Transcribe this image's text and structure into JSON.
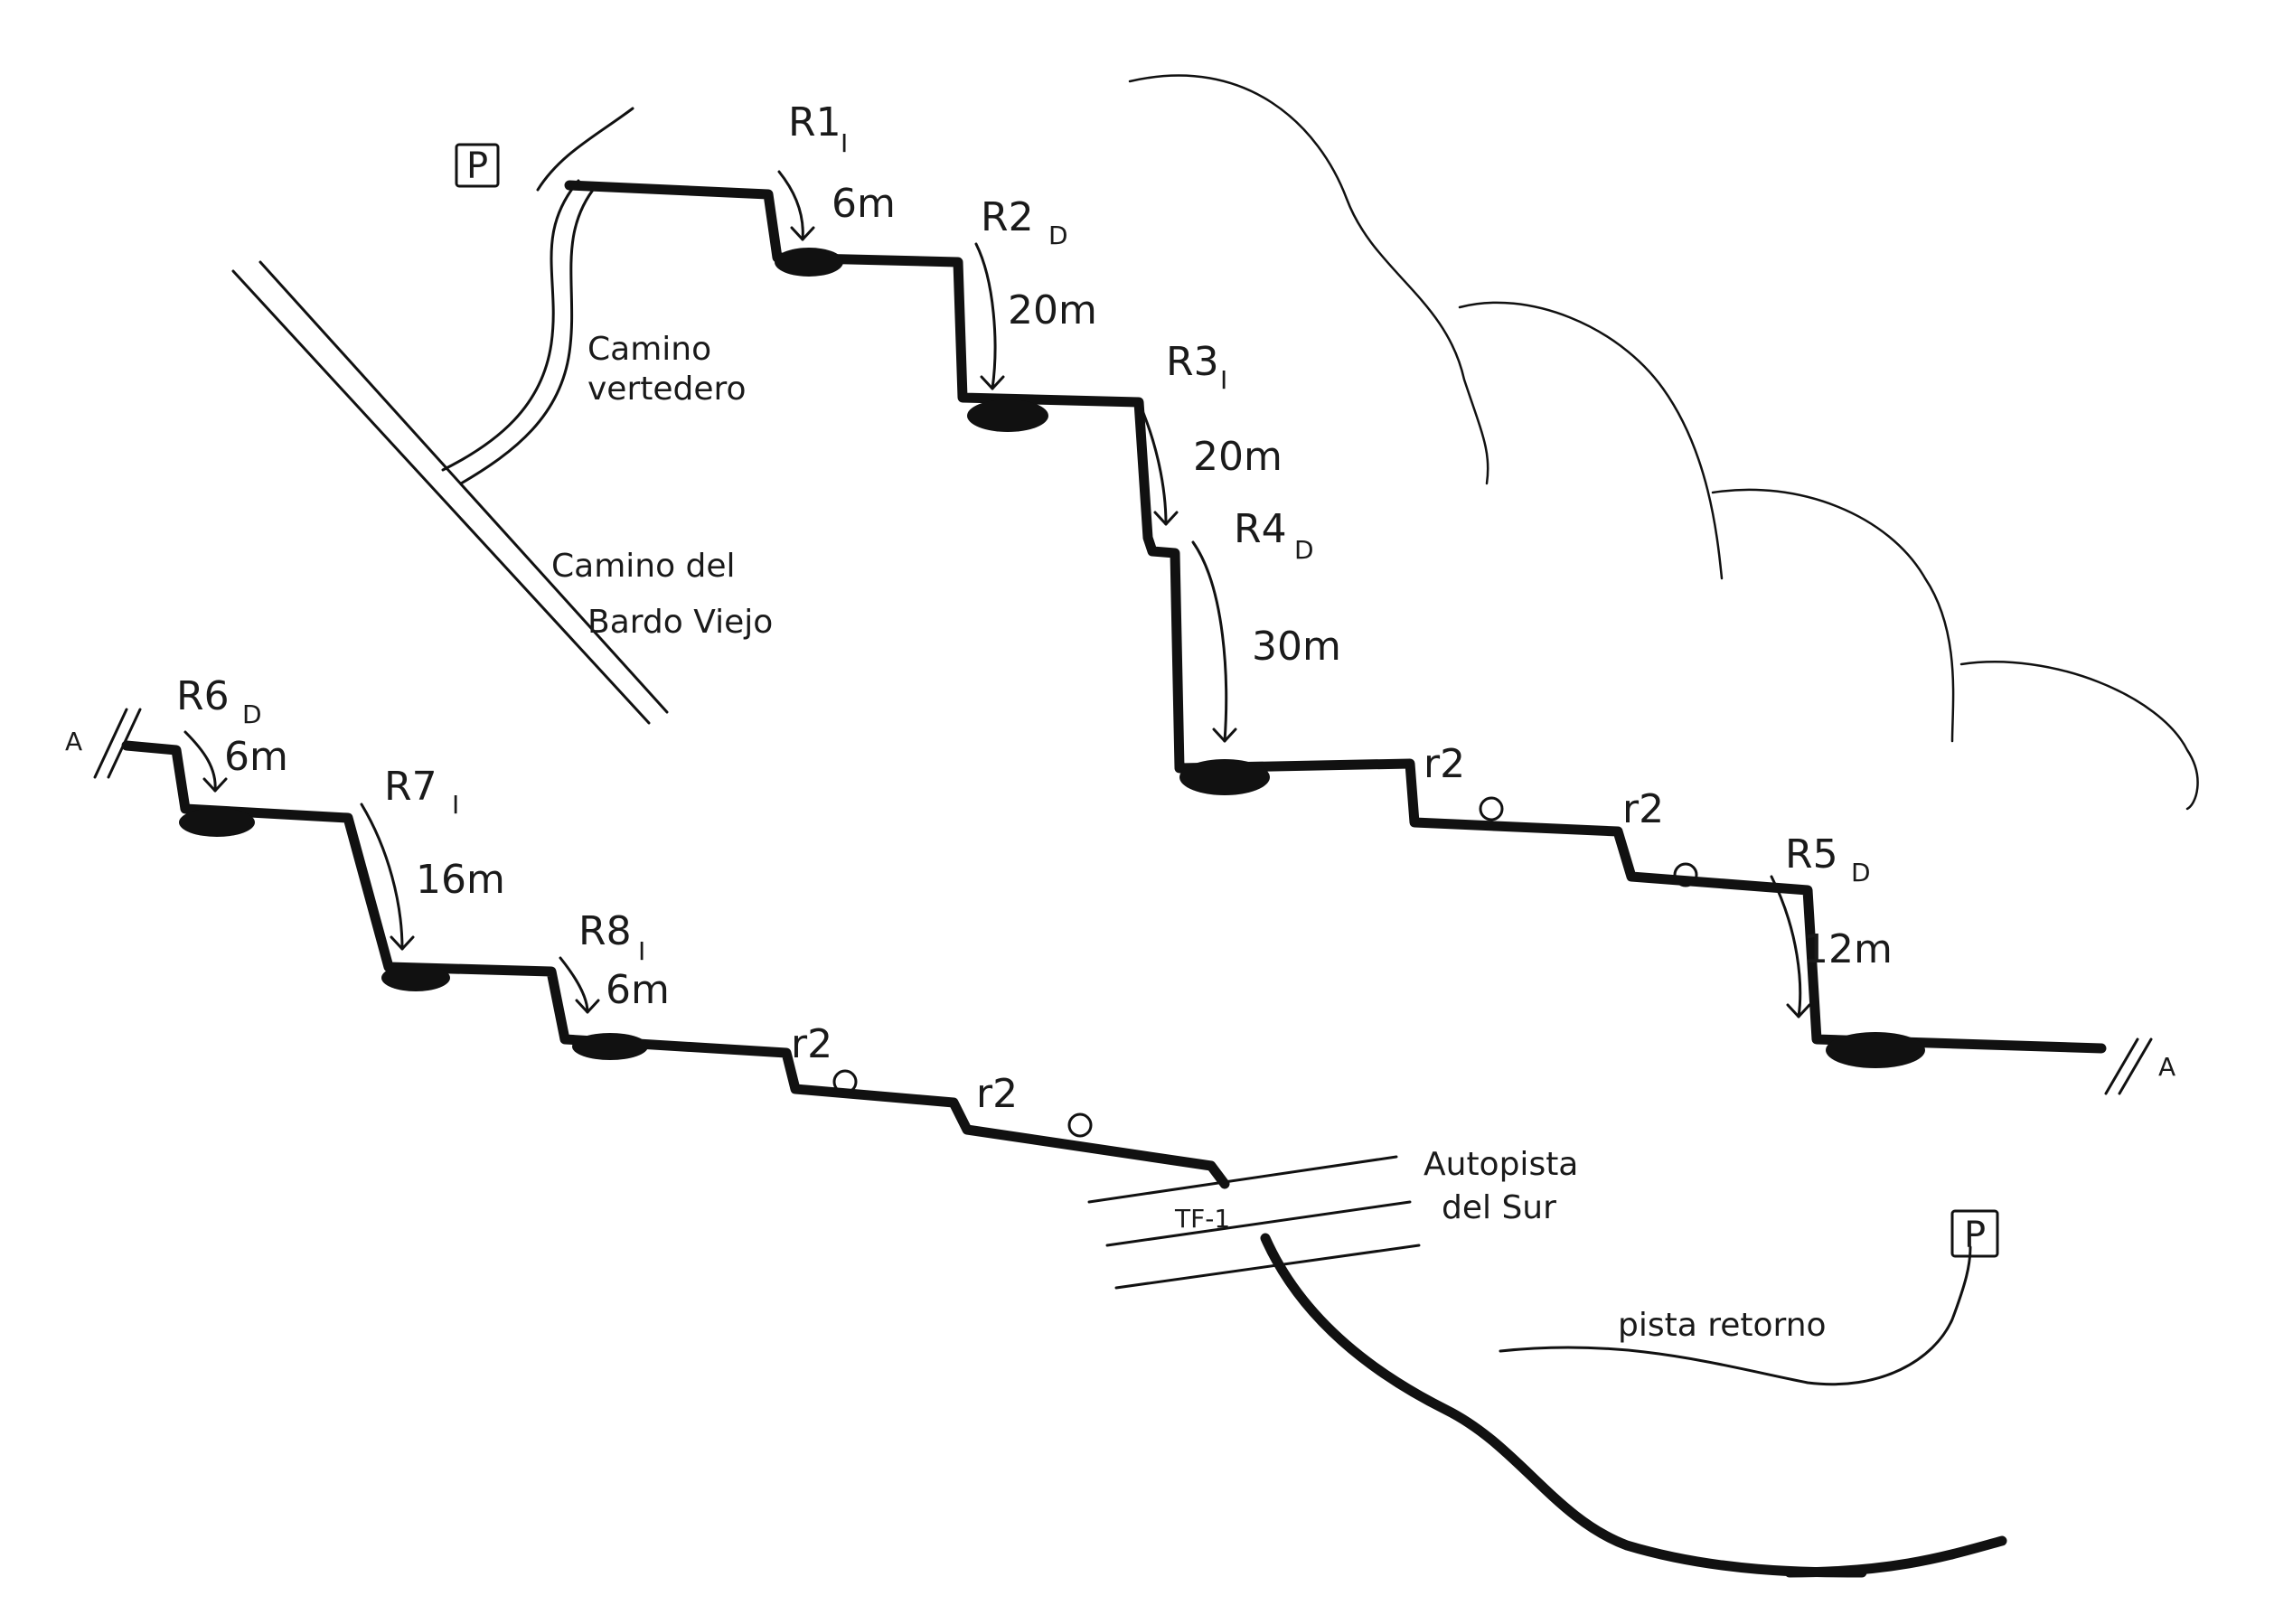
{
  "parking_symbol": "P",
  "roads": {
    "camino_vertedero": [
      "Camino",
      "vertedero"
    ],
    "camino_bardo": [
      "Camino del",
      "Bardo Viejo"
    ],
    "highway": [
      "Autopista",
      "del Sur"
    ],
    "highway_code": "TF-1",
    "return_track": "pista retorno"
  },
  "continuation_mark": "A",
  "rappels": [
    {
      "id": "R1",
      "side": "I",
      "height": "6m"
    },
    {
      "id": "R2",
      "side": "D",
      "height": "20m"
    },
    {
      "id": "R3",
      "side": "I",
      "height": "20m"
    },
    {
      "id": "R4",
      "side": "D",
      "height": "30m"
    },
    {
      "id": "R5",
      "side": "D",
      "height": "12m"
    },
    {
      "id": "R6",
      "side": "D",
      "height": "6m"
    },
    {
      "id": "R7",
      "side": "I",
      "height": "16m"
    },
    {
      "id": "R8",
      "side": "I",
      "height": "6m"
    }
  ],
  "downclimb": "r2",
  "colors": {
    "ink": "#111111",
    "paper": "#ffffff"
  }
}
